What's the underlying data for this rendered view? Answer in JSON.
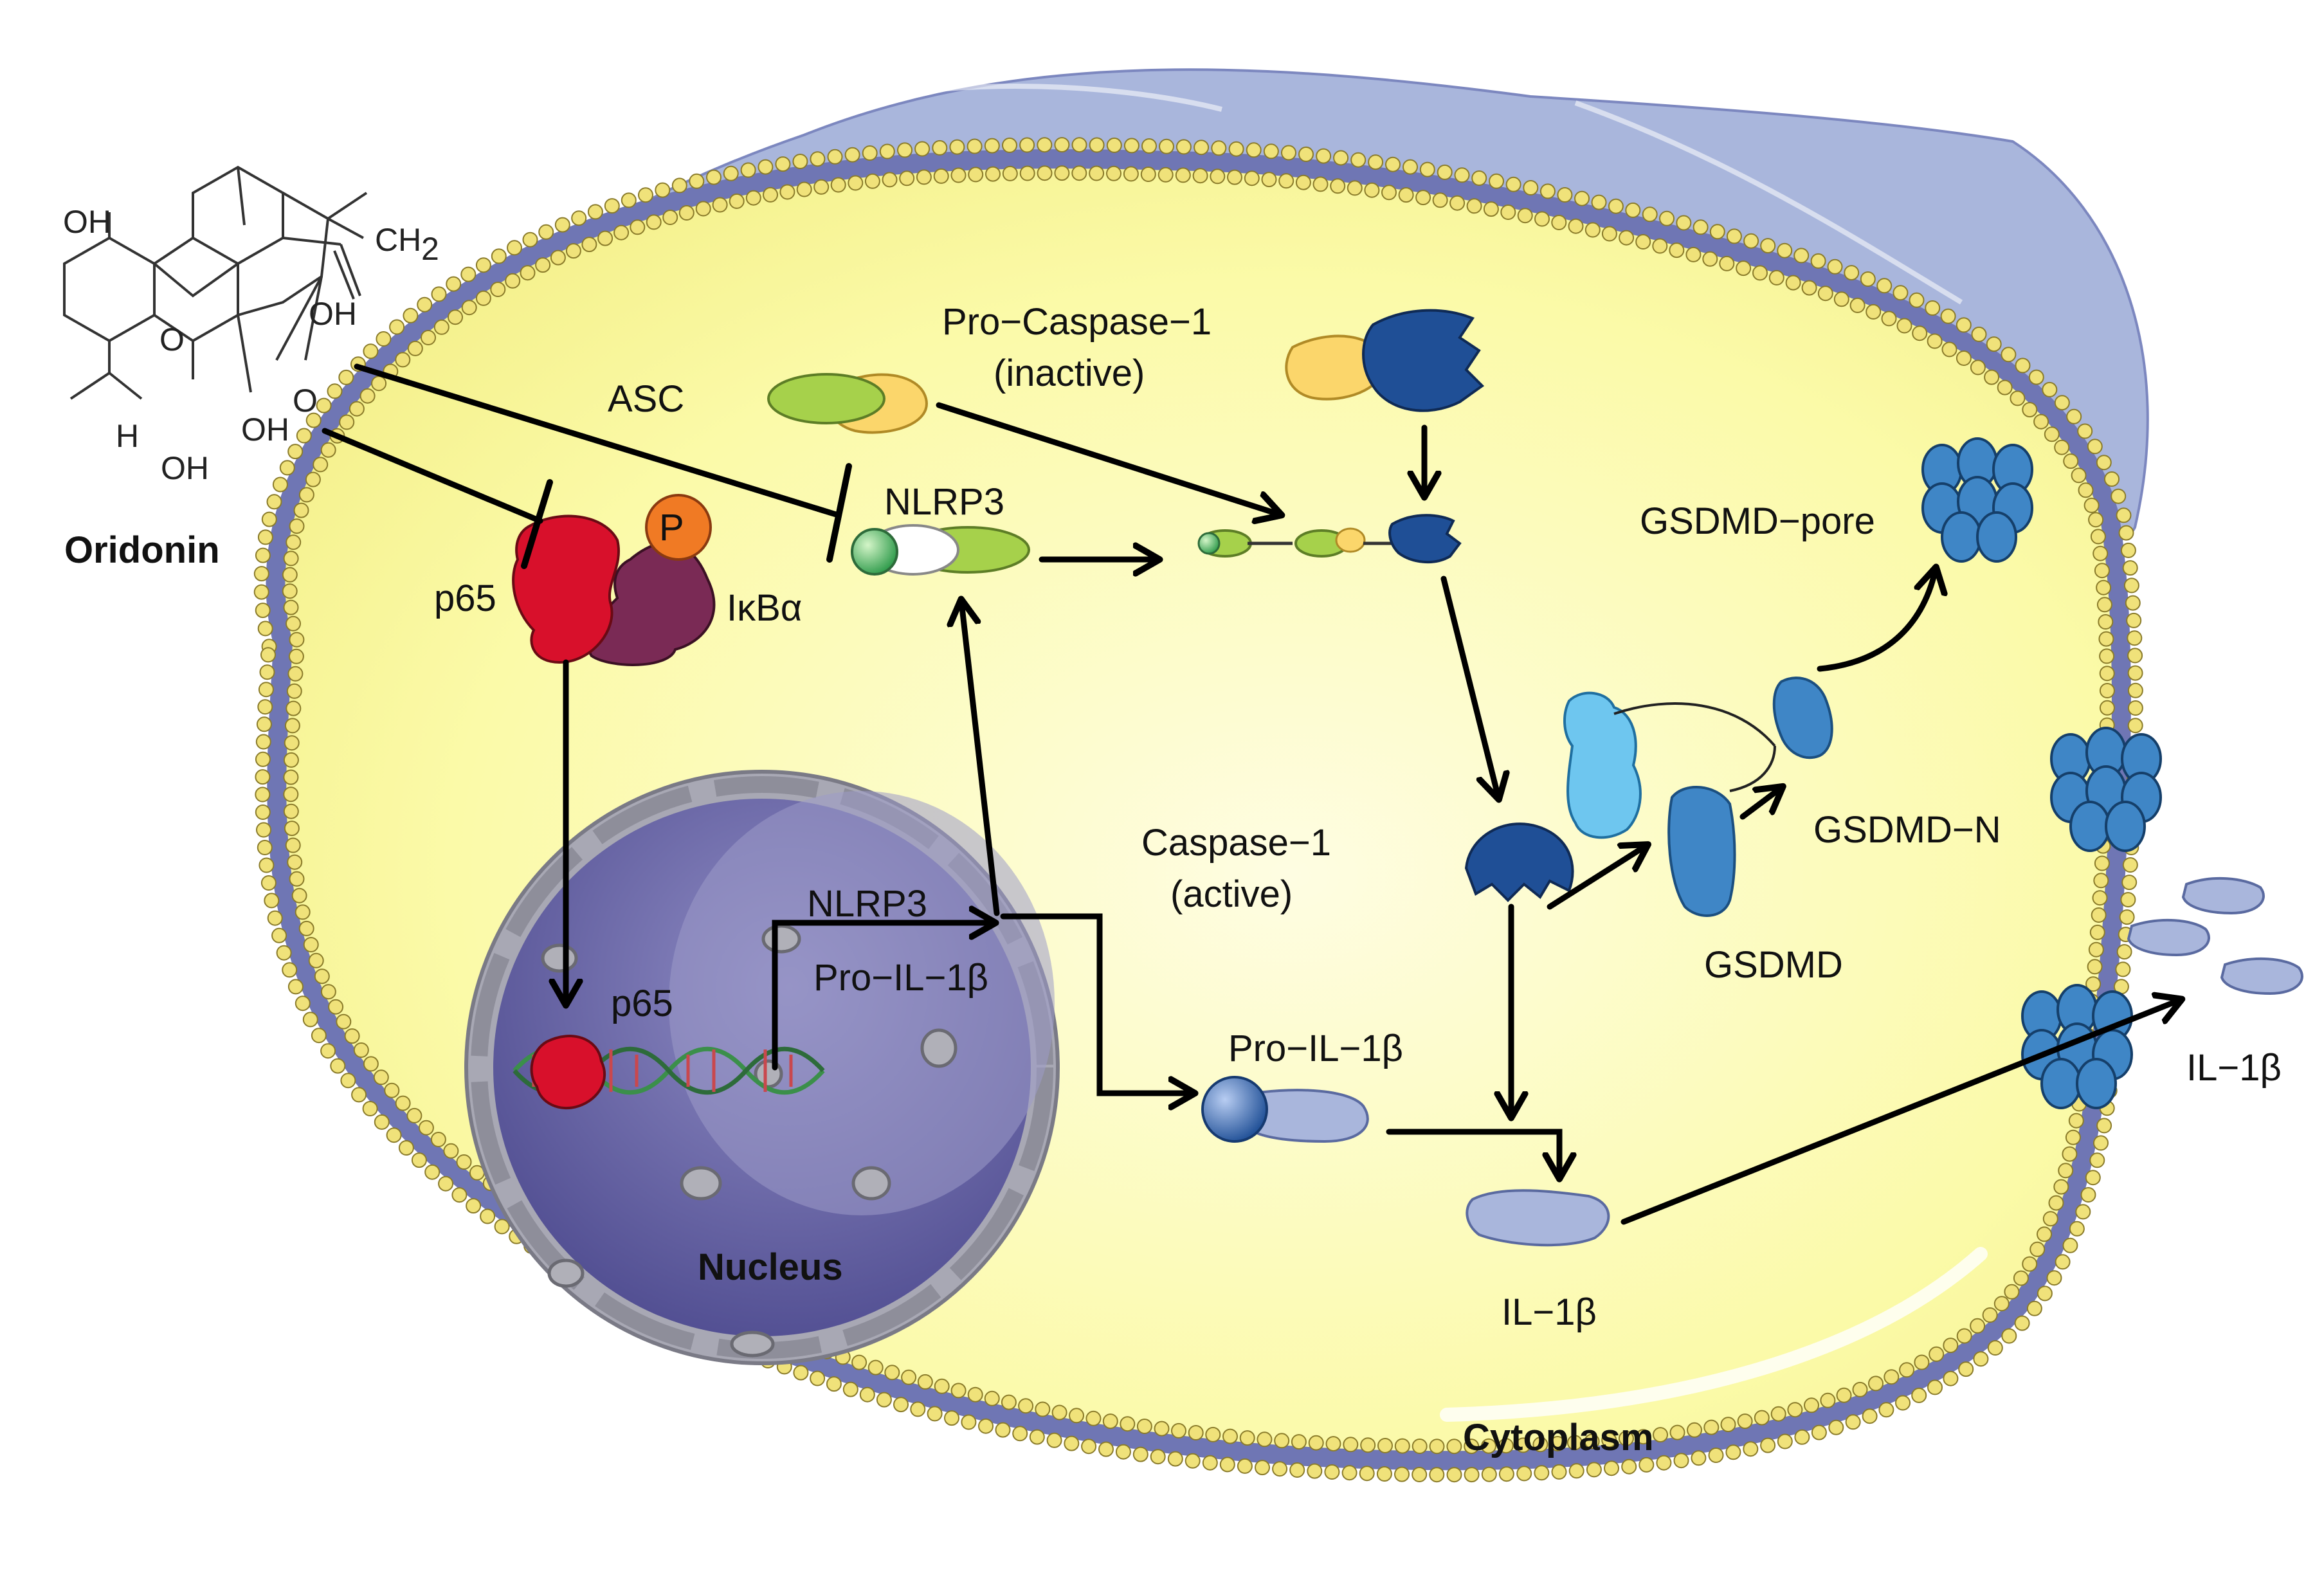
{
  "diagram": {
    "compound": {
      "name": "Oridonin",
      "atoms": {
        "oh1": "OH",
        "ch2": "CH",
        "ch2_sub": "2",
        "oh2": "OH",
        "o_ring": "O",
        "o_keto": "O",
        "h": "H",
        "oh3": "OH",
        "oh4": "OH"
      }
    },
    "labels": {
      "p65_top": "p65",
      "phospho": "P",
      "ikba": "IκBα",
      "asc": "ASC",
      "nlrp3_cyto": "NLRP3",
      "procasp_line1": "Pro−Caspase−1",
      "procasp_line2": "(inactive)",
      "gsdmd_pore": "GSDMD−pore",
      "casp_line1": "Caspase−1",
      "casp_line2": "(active)",
      "gsdmd_n": "GSDMD−N",
      "gsdmd": "GSDMD",
      "nlrp3_gene": "NLRP3",
      "proil_gene": "Pro−IL−1β",
      "p65_nuc": "p65",
      "proil_cyto": "Pro−IL−1β",
      "il1b_cyto": "IL−1β",
      "il1b_out": "IL−1β",
      "nucleus": "Nucleus",
      "cytoplasm": "Cytoplasm"
    },
    "colors": {
      "cytosol": "#fbfaa8",
      "cell_top": "#a9b6dc",
      "membrane_bead": "#f0e27a",
      "membrane_core": "#6f76b4",
      "nucleus": "#6a67a5",
      "caspase": "#1f4f96",
      "gsdmd": "#3f86c6",
      "p65_red": "#d8102b",
      "p65_purple": "#7a2a55",
      "phospho": "#f07a24",
      "nlrp3_green": "#a6d14b",
      "il1b": "#a9b6dc"
    }
  }
}
